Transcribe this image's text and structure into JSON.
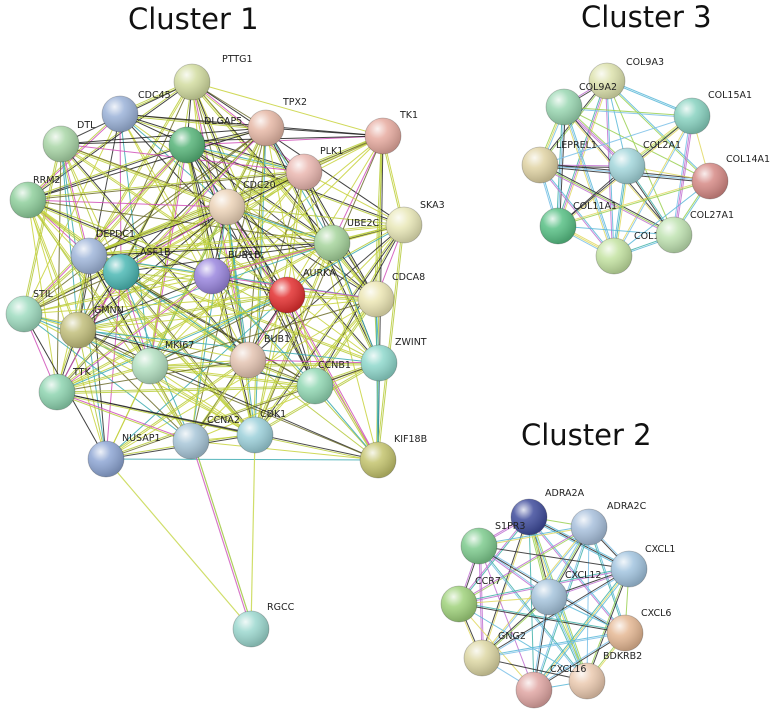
{
  "clusters": [
    {
      "title": "Cluster 1",
      "nodes": [
        {
          "id": "PTTG1",
          "color": "#d2dca0"
        },
        {
          "id": "CDC45",
          "color": "#9bb2d8"
        },
        {
          "id": "DLGAP5",
          "color": "#57b479"
        },
        {
          "id": "TPX2",
          "color": "#e6b8a6"
        },
        {
          "id": "TK1",
          "color": "#e7aba0"
        },
        {
          "id": "DTL",
          "color": "#a9d6a7"
        },
        {
          "id": "PLK1",
          "color": "#eab7b0"
        },
        {
          "id": "RRM2",
          "color": "#8fcf9c"
        },
        {
          "id": "CDC20",
          "color": "#ecd3b8"
        },
        {
          "id": "SKA3",
          "color": "#e9e8b8"
        },
        {
          "id": "UBE2C",
          "color": "#a6d49c"
        },
        {
          "id": "DEPDC1",
          "color": "#a0b6da"
        },
        {
          "id": "ASF1B",
          "color": "#4cb8b4"
        },
        {
          "id": "BUB1B",
          "color": "#9a86de"
        },
        {
          "id": "AURKA",
          "color": "#e33030"
        },
        {
          "id": "CDCA8",
          "color": "#ece6b4"
        },
        {
          "id": "STIL",
          "color": "#9fdcc0"
        },
        {
          "id": "GMNN",
          "color": "#c2bf7c"
        },
        {
          "id": "MKI67",
          "color": "#b3e0c1"
        },
        {
          "id": "BUB1",
          "color": "#e4c4b2"
        },
        {
          "id": "ZWINT",
          "color": "#8fd8cc"
        },
        {
          "id": "TTK",
          "color": "#8ed4b0"
        },
        {
          "id": "CCNB1",
          "color": "#92d8b4"
        },
        {
          "id": "CCNA2",
          "color": "#a8c6d8"
        },
        {
          "id": "CDK1",
          "color": "#9cd0da"
        },
        {
          "id": "NUSAP1",
          "color": "#8ea6d4"
        },
        {
          "id": "KIF18B",
          "color": "#c4c46e"
        },
        {
          "id": "RGCC",
          "color": "#9cd8cf"
        }
      ]
    },
    {
      "title": "Cluster 3",
      "nodes": [
        {
          "id": "COL9A3",
          "color": "#dde2ad"
        },
        {
          "id": "COL9A2",
          "color": "#9ad7b2"
        },
        {
          "id": "COL15A1",
          "color": "#88d2c0"
        },
        {
          "id": "LEPREL1",
          "color": "#e0d3a4"
        },
        {
          "id": "COL2A1",
          "color": "#a3d6db"
        },
        {
          "id": "COL14A1",
          "color": "#d68a86"
        },
        {
          "id": "COL11A1",
          "color": "#58c085"
        },
        {
          "id": "COL18A1",
          "color": "#c4e3a2"
        },
        {
          "id": "COL27A1",
          "color": "#c0e3b2"
        }
      ]
    },
    {
      "title": "Cluster 2",
      "nodes": [
        {
          "id": "ADRA2A",
          "color": "#3f4c9c"
        },
        {
          "id": "ADRA2C",
          "color": "#a8c0dc"
        },
        {
          "id": "S1PR3",
          "color": "#7ecb8e"
        },
        {
          "id": "CXCL1",
          "color": "#a2c4df"
        },
        {
          "id": "CCR7",
          "color": "#a0d27c"
        },
        {
          "id": "CXCL12",
          "color": "#a6c4dc"
        },
        {
          "id": "CXCL6",
          "color": "#e5b894"
        },
        {
          "id": "GNG2",
          "color": "#ddd7a4"
        },
        {
          "id": "BDKRB2",
          "color": "#ebcab0"
        },
        {
          "id": "CXCL16",
          "color": "#e0a6a3"
        }
      ]
    }
  ],
  "rgcc_links": [
    [
      "RGCC",
      "NUSAP1"
    ],
    [
      "RGCC",
      "CCNA2"
    ],
    [
      "RGCC",
      "CDK1"
    ]
  ]
}
